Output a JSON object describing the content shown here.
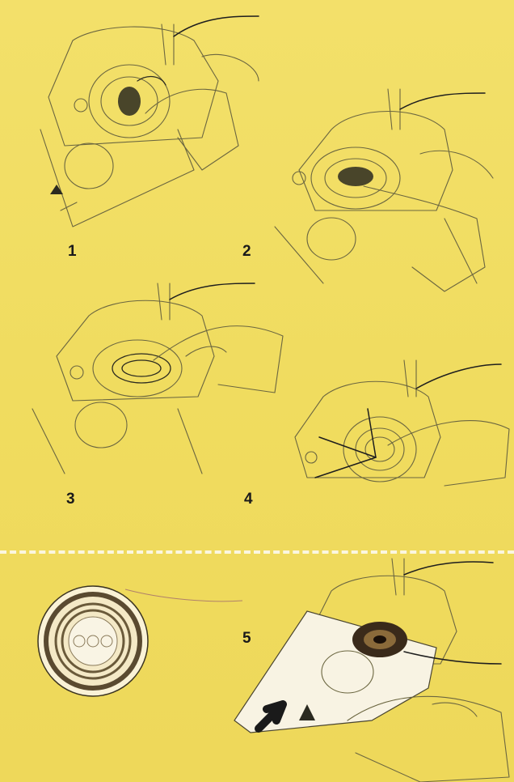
{
  "steps": [
    {
      "number": "1"
    },
    {
      "number": "2"
    },
    {
      "number": "3"
    },
    {
      "number": "4"
    },
    {
      "number": "5"
    }
  ],
  "colors": {
    "background": "#f0dd62",
    "divider": "#fbf6e0",
    "ink": "#6b6640",
    "thread": "#1e1e1e",
    "bobbin_case_dark": "#3a2a1a"
  },
  "icons": [
    "bobbin-icon",
    "arrow-up-icon",
    "hand-icon",
    "needle-icon",
    "thread-icon"
  ]
}
